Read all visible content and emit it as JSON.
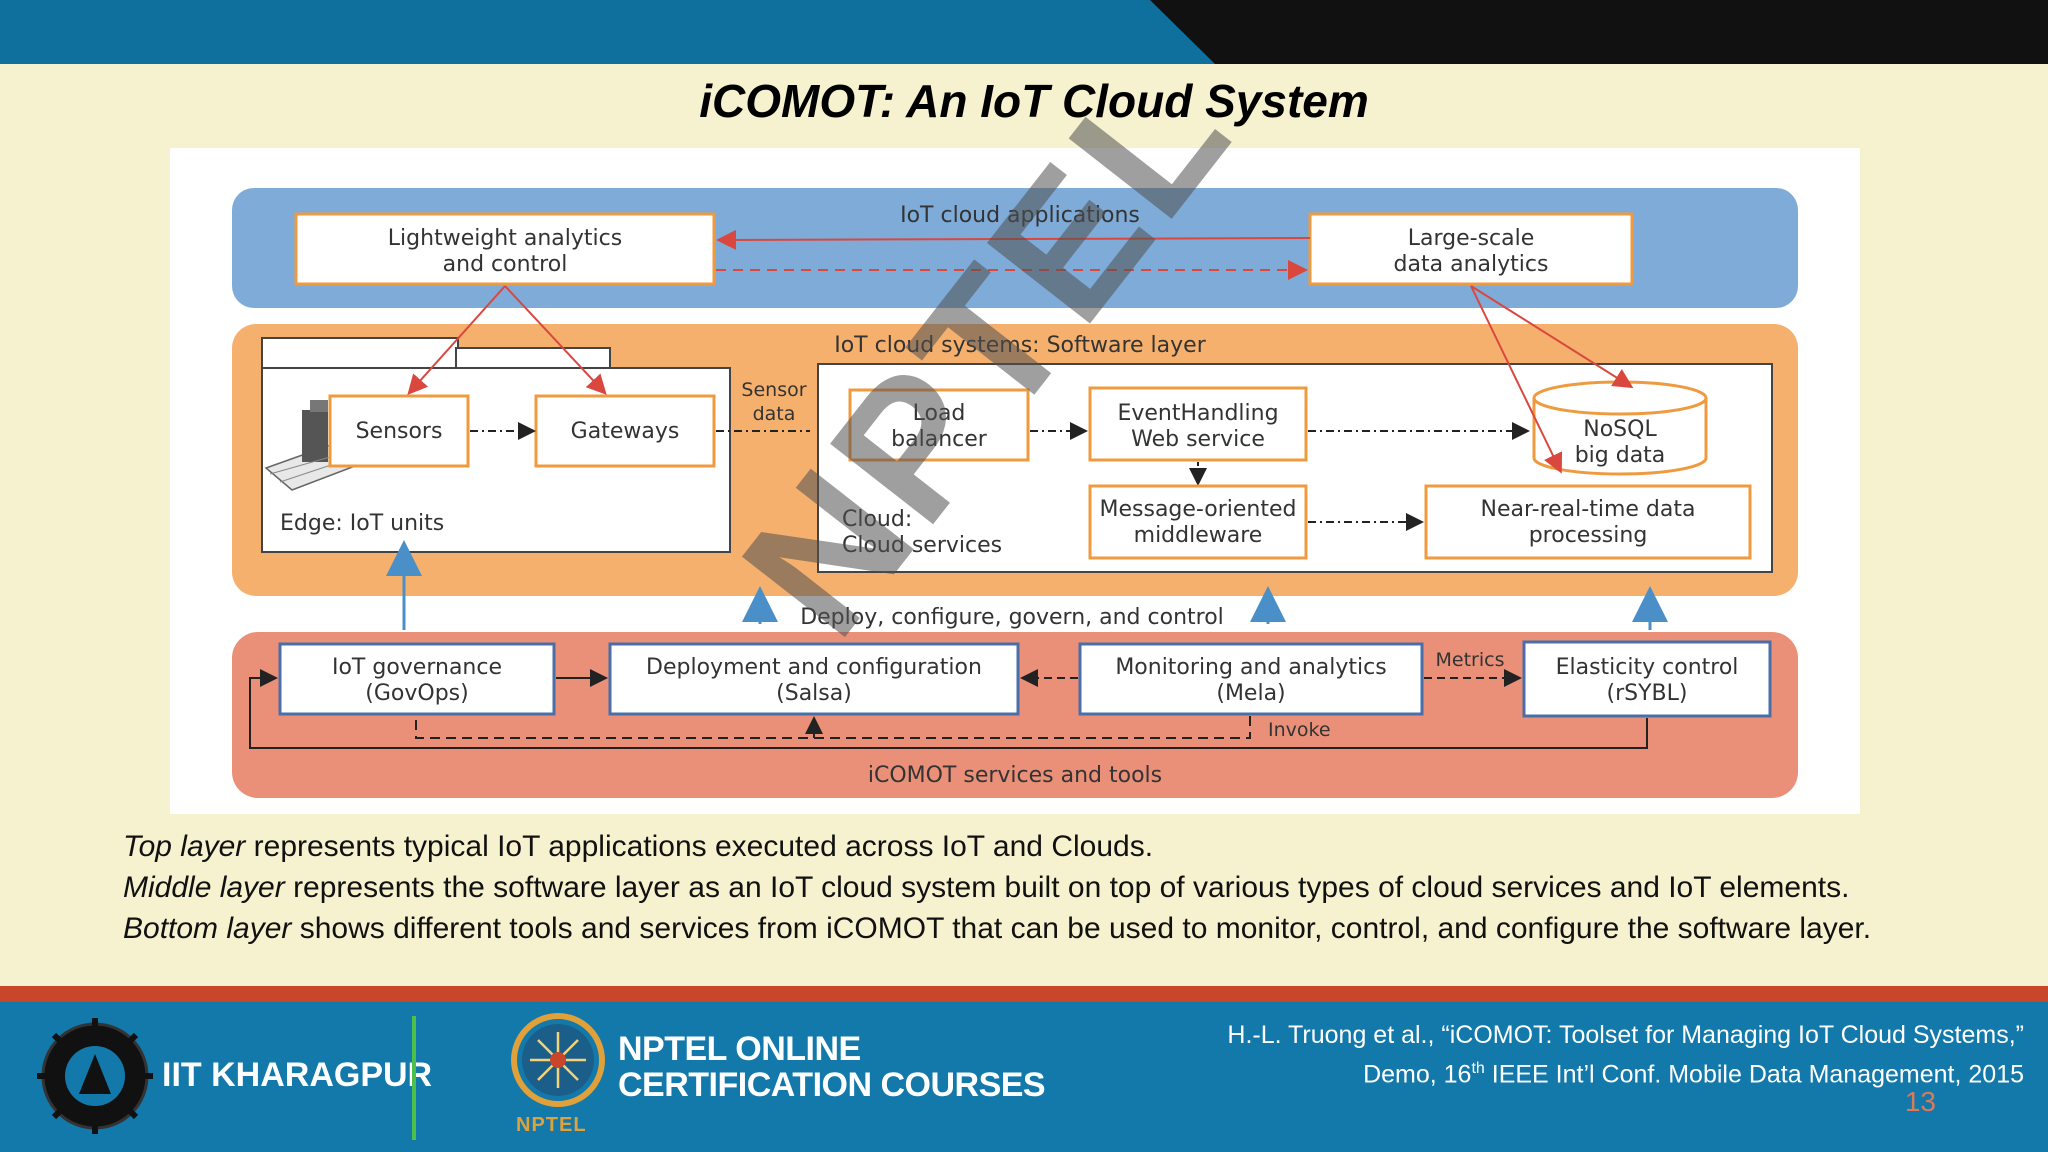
{
  "slide": {
    "title": "iCOMOT: An IoT Cloud System"
  },
  "diagram": {
    "top_layer": {
      "label": "IoT cloud applications",
      "left_box": [
        "Lightweight analytics",
        "and control"
      ],
      "right_box": [
        "Large-scale",
        "data analytics"
      ]
    },
    "middle_layer": {
      "label": "IoT cloud systems: Software layer",
      "sensors": "Sensors",
      "gateways": "Gateways",
      "edge_label": "Edge: IoT units",
      "sensor_data": [
        "Sensor",
        "data"
      ],
      "load_balancer": [
        "Load",
        "balancer"
      ],
      "event_handling": [
        "EventHandling",
        "Web service"
      ],
      "nosql": [
        "NoSQL",
        "big data"
      ],
      "mom": [
        "Message-oriented",
        "middleware"
      ],
      "nrt": [
        "Near-real-time data",
        "processing"
      ],
      "cloud_label": [
        "Cloud:",
        "Cloud services"
      ]
    },
    "deploy_label": "Deploy, configure, govern, and control",
    "bottom_layer": {
      "label": "iCOMOT services and tools",
      "governance": [
        "IoT governance",
        "(GovOps)"
      ],
      "deployment": [
        "Deployment and configuration",
        "(Salsa)"
      ],
      "monitoring": [
        "Monitoring and analytics",
        "(Mela)"
      ],
      "elasticity": [
        "Elasticity control",
        "(rSYBL)"
      ],
      "metrics": "Metrics",
      "invoke": "Invoke"
    },
    "watermark": "NPTEL",
    "colors": {
      "top": "#7fabd8",
      "middle": "#f5b06e",
      "bottom": "#ea8f78",
      "box_border": "#ef9a3f",
      "arrow_red": "#d9473f",
      "arrow_blue": "#4a8fc8"
    }
  },
  "notes": {
    "line1_em": "Top layer",
    "line1": " represents typical IoT applications executed across IoT and Clouds.",
    "line2_em": "Middle layer",
    "line2": " represents the software layer as an IoT cloud system built on top of various types of cloud services and IoT elements.",
    "line3_em": "Bottom layer",
    "line3": " shows different tools and services from iCOMOT that can be used to monitor, control, and configure the software layer."
  },
  "footer": {
    "institute": "IIT KHARAGPUR",
    "nptel_line1": "NPTEL ONLINE",
    "nptel_line2": "CERTIFICATION COURSES",
    "nptel_small": "NPTEL",
    "citation_line1": "H.-L. Truong et al., “iCOMOT: Toolset for Managing IoT Cloud Systems,”",
    "citation_line2a": "Demo, 16",
    "citation_line2sup": "th",
    "citation_line2b": " IEEE Int’l Conf. Mobile Data Management, 2015",
    "page_number": "13"
  }
}
